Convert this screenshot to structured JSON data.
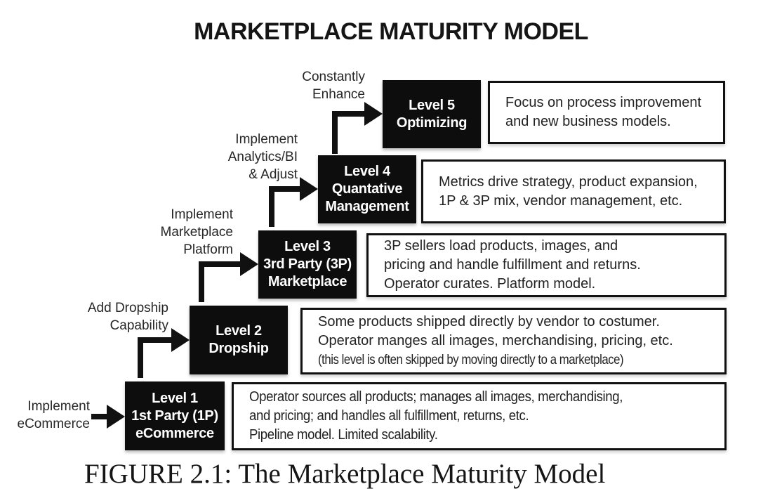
{
  "title": "MARKETPLACE MATURITY MODEL",
  "caption": "FIGURE 2.1: The Marketplace Maturity Model",
  "colors": {
    "box_background": "#0d0d0d",
    "box_text": "#ffffff",
    "border": "#111111",
    "body_text": "#222222"
  },
  "levels": [
    {
      "name": "Level 1",
      "box_label": "Level 1\n1st Party (1P)\neCommerce",
      "transition_label": "Implement\neCommerce",
      "desc": [
        "Operator sources all products; manages all images, merchandising,",
        "and pricing; and handles all fulfillment, returns, etc.",
        "Pipeline model. Limited scalability."
      ]
    },
    {
      "name": "Level 2",
      "box_label": "Level 2\nDropship",
      "transition_label": "Add Dropship\nCapability",
      "desc": [
        "Some products shipped directly by vendor to costumer.",
        "Operator manges all images, merchandising, pricing, etc.",
        "(this level is often skipped by moving directly to a marketplace)"
      ]
    },
    {
      "name": "Level 3",
      "box_label": "Level 3\n3rd Party (3P)\nMarketplace",
      "transition_label": "Implement\nMarketplace\nPlatform",
      "desc": [
        "3P sellers load products, images, and",
        "pricing and handle fulfillment and returns.",
        "Operator curates. Platform model."
      ]
    },
    {
      "name": "Level 4",
      "box_label": "Level 4\nQuantative\nManagement",
      "transition_label": "Implement\nAnalytics/BI\n& Adjust",
      "desc": [
        "Metrics drive strategy,  product expansion,",
        "1P & 3P mix, vendor management, etc."
      ]
    },
    {
      "name": "Level 5",
      "box_label": "Level 5\nOptimizing",
      "transition_label": "Constantly\nEnhance",
      "desc": [
        "Focus on process improvement",
        "and new business models."
      ]
    }
  ]
}
